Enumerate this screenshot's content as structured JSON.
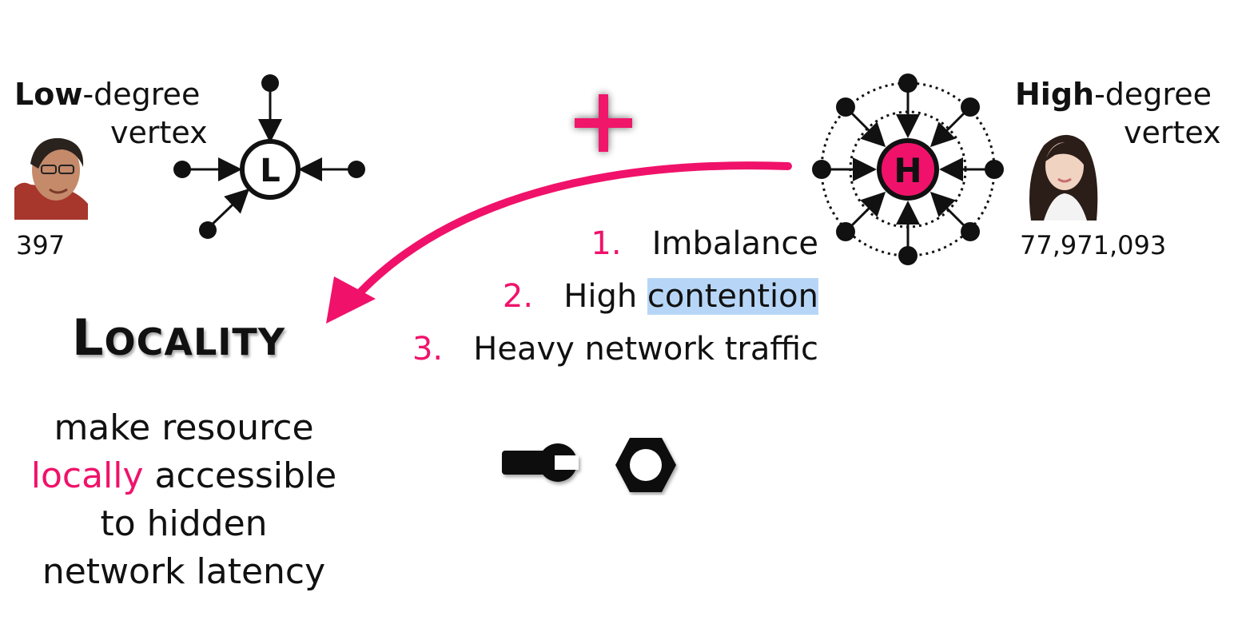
{
  "low": {
    "bold": "Low",
    "rest": "-degree",
    "line2": "vertex",
    "count": "397",
    "node": "L"
  },
  "high": {
    "bold": "High",
    "rest": "-degree",
    "line2": "vertex",
    "count": "77,971,093",
    "node": "H"
  },
  "problems": [
    {
      "num": "1.",
      "text": "Imbalance"
    },
    {
      "num": "2.",
      "text_plain": "High ",
      "text_hl": "contention"
    },
    {
      "num": "3.",
      "text": "Heavy network traffic"
    }
  ],
  "locality": {
    "first": "L",
    "rest": "OCALITY"
  },
  "description": {
    "line1": "make resource",
    "line2_pink": "locally",
    "line2_rest": " accessible",
    "line3": "to hidden",
    "line4": "network latency"
  },
  "colors": {
    "accent": "#f0126a",
    "highlight": "#b7d6f7",
    "text": "#111111"
  },
  "icons": [
    "plus-icon",
    "wrench-icon",
    "hex-nut-icon",
    "low-degree-avatar",
    "high-degree-avatar"
  ]
}
